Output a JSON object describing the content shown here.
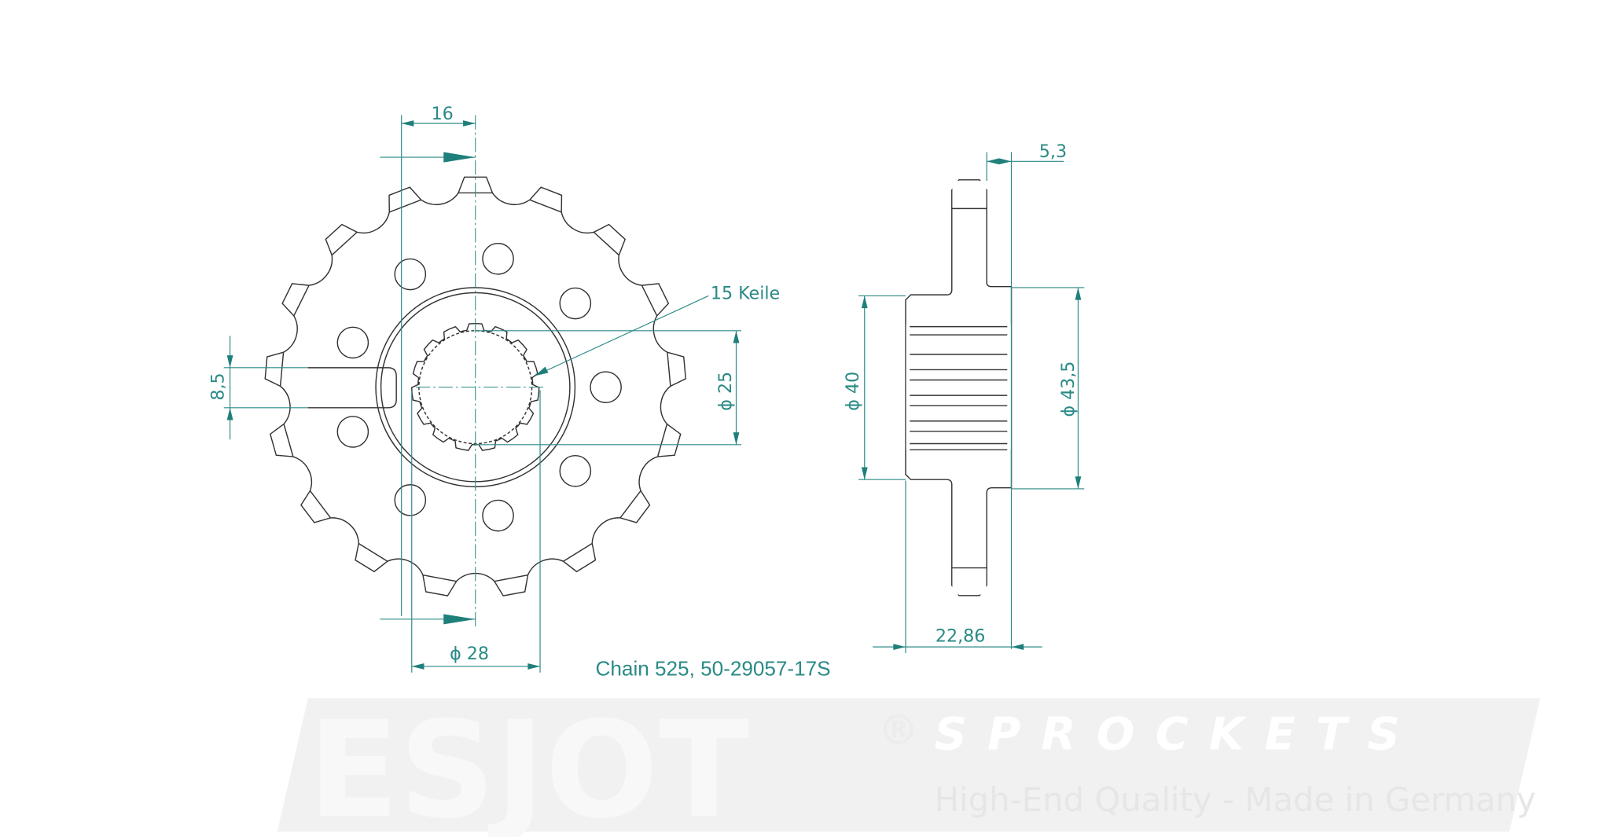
{
  "drawing": {
    "title": "Chain 525, 50-29057-17S",
    "teeth": 17,
    "bolt_holes": 9,
    "colors": {
      "dimension": "#2a8a85",
      "outline": "#333333",
      "watermark": "#f1f1f1"
    },
    "dimensions": {
      "keyway_offset": "16",
      "keyway_width": "8,5",
      "spline_count": "15 Keile",
      "spline_diameter": "ϕ 25",
      "hub_bore": "ϕ 28",
      "hub_diameter": "ϕ 40",
      "shoulder_diameter": "ϕ 43,5",
      "plate_thickness": "5,3",
      "hub_width": "22,86"
    },
    "watermark": {
      "brand": "ESJOT",
      "sub": "SPROCKETS",
      "tagline": "High-End Quality - Made in Germany",
      "registered": "®"
    }
  }
}
